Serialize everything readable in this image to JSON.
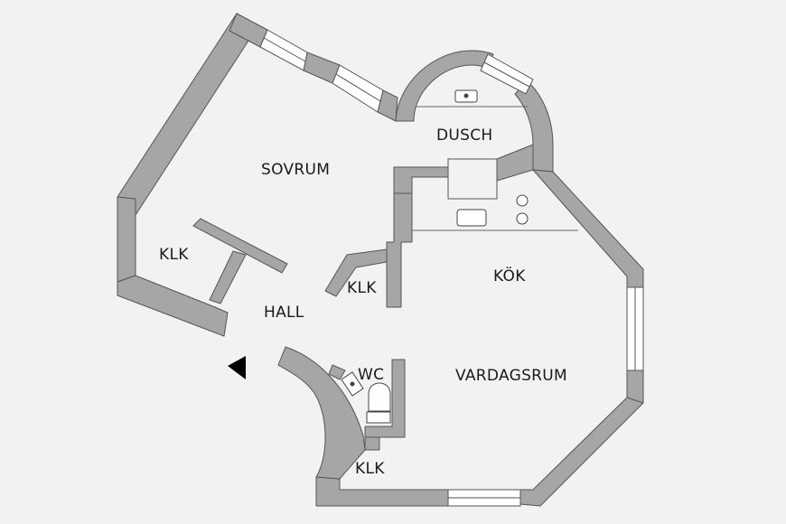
{
  "colors": {
    "background": "#f2f2f2",
    "wall": "#a6a6a6",
    "wall_edge": "#555555",
    "fixture": "#ffffff",
    "line": "#333333",
    "arrow": "#000000"
  },
  "labels": {
    "sovrum": "SOVRUM",
    "dusch": "DUSCH",
    "klk_bedroom": "KLK",
    "klk_hall": "KLK",
    "hall": "HALL",
    "kok": "KÖK",
    "wc": "WC",
    "vardagsrum": "VARDAGSRUM",
    "klk_bottom": "KLK"
  },
  "entrance": {
    "icon": "entrance-arrow-icon"
  }
}
